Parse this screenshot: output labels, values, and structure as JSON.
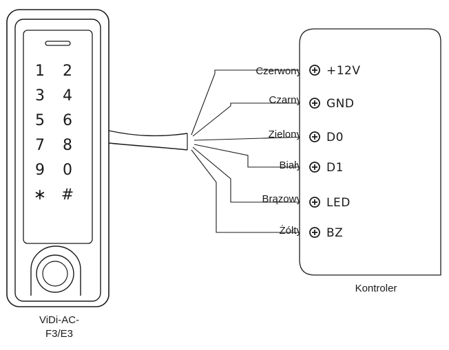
{
  "device": {
    "name_line1": "ViDi-AC-",
    "name_line2": "F3/E3",
    "keys": [
      "1",
      "2",
      "3",
      "4",
      "5",
      "6",
      "7",
      "8",
      "9",
      "0",
      "∗",
      "#"
    ]
  },
  "controller": {
    "label": "Kontroler"
  },
  "connections": [
    {
      "wire": "Czerwony",
      "terminal": "+12V"
    },
    {
      "wire": "Czarny",
      "terminal": "GND"
    },
    {
      "wire": "Zielony",
      "terminal": "D0"
    },
    {
      "wire": "Biały",
      "terminal": "D1"
    },
    {
      "wire": "Brązowy",
      "terminal": "LED"
    },
    {
      "wire": "Żółty",
      "terminal": "BZ"
    }
  ],
  "icons": {
    "terminal": "plus-circle-icon"
  }
}
